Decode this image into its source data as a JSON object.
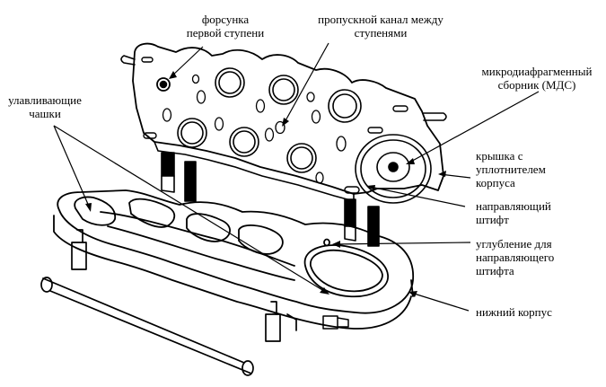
{
  "labels": {
    "first_stage_nozzle": [
      "форсунка",
      "первой ступени"
    ],
    "interstage_channel": [
      "пропускной канал между",
      "ступенями"
    ],
    "mds": [
      "микродиафрагменный",
      "сборник (МДС)"
    ],
    "cover_seal": [
      "крышка с",
      "уплотнителем",
      "корпуса"
    ],
    "guide_pin": [
      "направляющий",
      "штифт"
    ],
    "pin_recess": [
      "углубление для",
      "направляющего",
      "штифта"
    ],
    "lower_body": [
      "нижний корпус"
    ],
    "collection_cups": [
      "улавливающие",
      "чашки"
    ]
  }
}
